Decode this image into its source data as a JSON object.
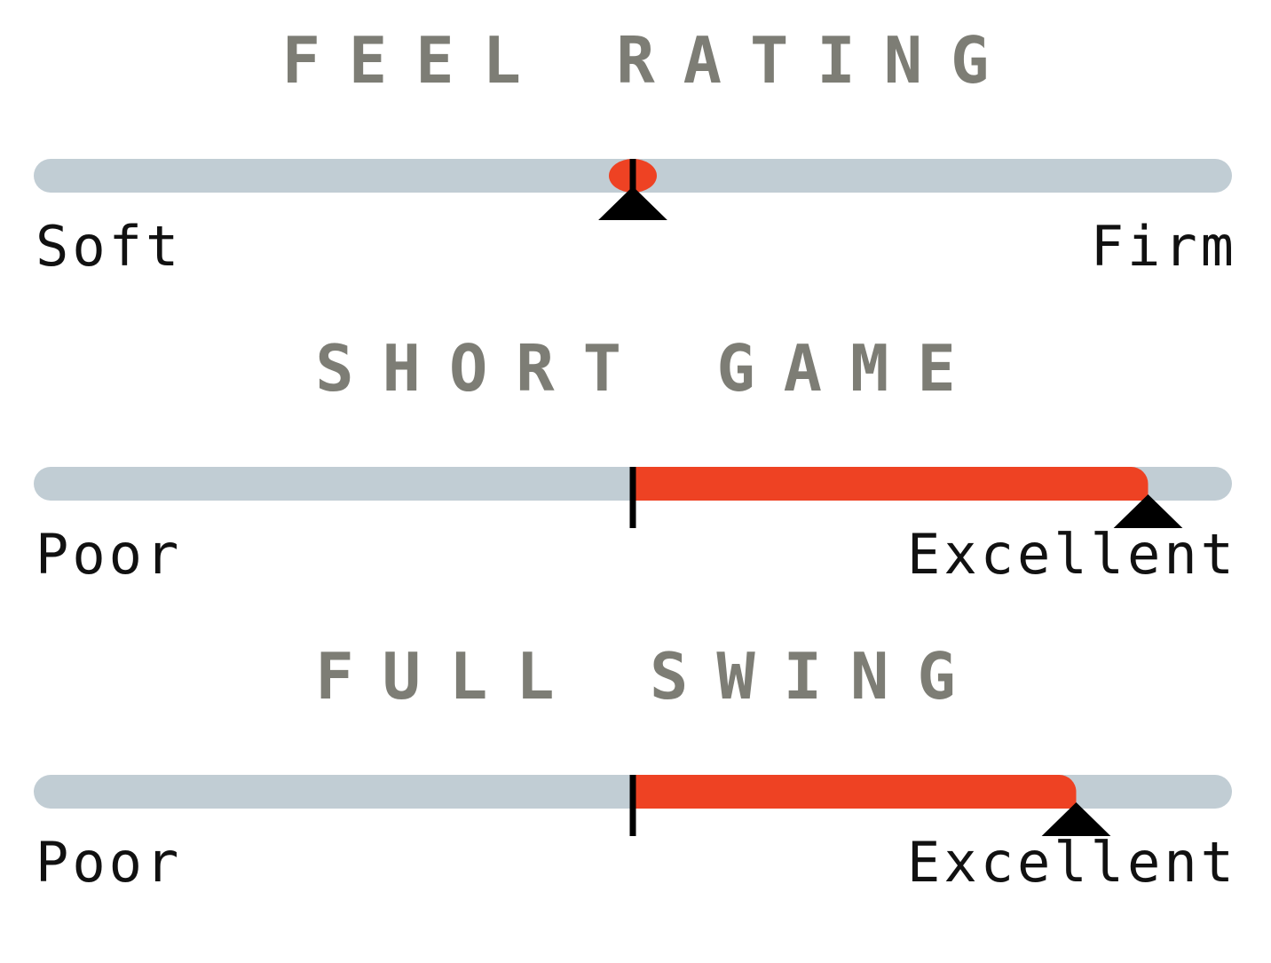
{
  "chart_data": [
    {
      "type": "bar",
      "title": "FEEL RATING",
      "low_label": "Soft",
      "high_label": "Firm",
      "scale": [
        0,
        100
      ],
      "center": 50,
      "value": 50
    },
    {
      "type": "bar",
      "title": "SHORT GAME",
      "low_label": "Poor",
      "high_label": "Excellent",
      "scale": [
        0,
        100
      ],
      "center": 50,
      "value": 93
    },
    {
      "type": "bar",
      "title": "FULL SWING",
      "low_label": "Poor",
      "high_label": "Excellent",
      "scale": [
        0,
        100
      ],
      "center": 50,
      "value": 87
    }
  ],
  "colors": {
    "track": "#c1cdd4",
    "fill": "#ee4223",
    "marker": "#000000",
    "title": "#7d7d75",
    "label": "#111111"
  }
}
